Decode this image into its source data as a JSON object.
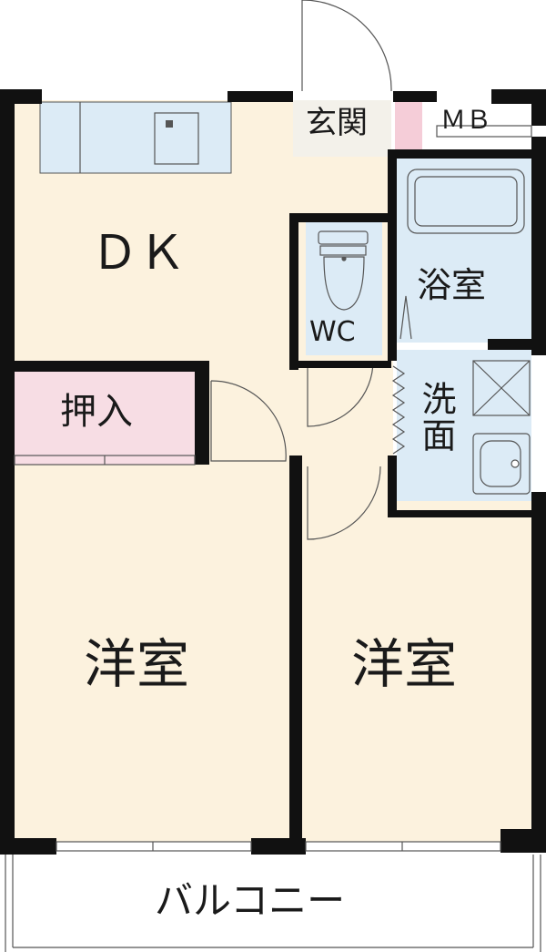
{
  "rooms": {
    "dk": {
      "label": "ＤＫ"
    },
    "entrance": {
      "label": "玄関"
    },
    "mb": {
      "label": "ＭＢ"
    },
    "bath": {
      "label": "浴室"
    },
    "wc": {
      "label": "WC"
    },
    "washroom": {
      "label": "洗面"
    },
    "closet": {
      "label": "押入"
    },
    "western_left": {
      "label": "洋室"
    },
    "western_right": {
      "label": "洋室"
    },
    "balcony": {
      "label": "バルコニー"
    }
  },
  "colors": {
    "floor": "#fcf2de",
    "wet_area": "#dcebf6",
    "closet": "#f7dde4",
    "wall": "#111111",
    "entrance_floor": "#f3f1ea",
    "accent_pink": "#f5cdd8"
  }
}
